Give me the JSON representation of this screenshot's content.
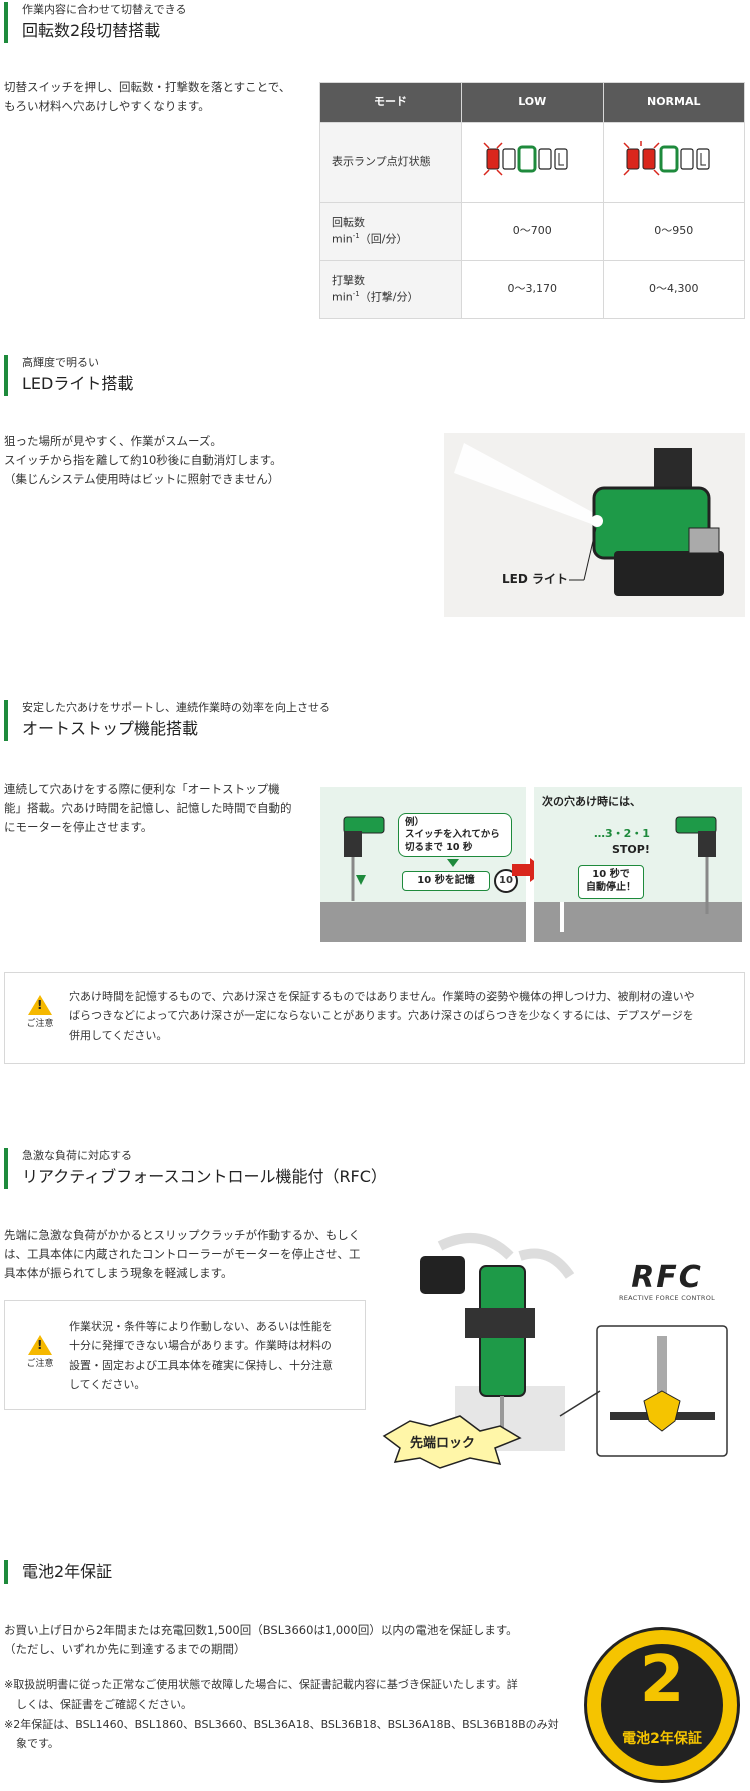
{
  "section1": {
    "sub": "作業内容に合わせて切替えできる",
    "title": "回転数2段切替搭載",
    "lines": [
      "切替スイッチを押し、回転数・打撃数を落とすことで、",
      "もろい材料へ穴あけしやすくなります。"
    ],
    "table": {
      "headers": [
        "モード",
        "LOW",
        "NORMAL"
      ],
      "rows": [
        {
          "label": "表示ランプ点灯状態",
          "low": "",
          "normal": ""
        },
        {
          "label": "回転数",
          "unit_base": "min",
          "unit_sup": "-1",
          "unit_rest": "（回/分）",
          "low": "0～700",
          "normal": "0～950"
        },
        {
          "label": "打撃数",
          "unit_base": "min",
          "unit_sup": "-1",
          "unit_rest": "（打撃/分）",
          "low": "0～3,170",
          "normal": "0～4,300"
        }
      ]
    }
  },
  "section2": {
    "sub": "高輝度で明るい",
    "title": "LEDライト搭載",
    "lines": [
      "狙った場所が見やすく、作業がスムーズ。",
      "スイッチから指を離して約10秒後に自動消灯します。",
      "（集じんシステム使用時はビットに照射できません）"
    ],
    "image_label": "LED ライト"
  },
  "section3": {
    "sub": "安定した穴あけをサポートし、連続作業時の効率を向上させる",
    "title": "オートストップ機能搭載",
    "lines": [
      "連続して穴あけをする際に便利な「オートストップ機",
      "能」搭載。穴あけ時間を記憶し、記憶した時間で自動的",
      "にモーターを停止させます。"
    ],
    "fig_left": {
      "bubble1": "例）",
      "bubble2": "スイッチを入れてから",
      "bubble3": "切るまで 10 秒",
      "memory": "10 秒を記憶",
      "timer": "10"
    },
    "fig_right": {
      "head": "次の穴あけ時には、",
      "count": "…3・2・1",
      "stop": "STOP!",
      "auto1": "10 秒で",
      "auto2": "自動停止！"
    },
    "caution_label": "ご注意",
    "caution_lines": [
      "穴あけ時間を記憶するもので、穴あけ深さを保証するものではありません。作業時の姿勢や機体の押しつけ力、被削材の違いや",
      "ばらつきなどによって穴あけ深さが一定にならないことがあります。穴あけ深さのばらつきを少なくするには、デプスゲージを",
      "併用してください。"
    ]
  },
  "section4": {
    "sub": "急激な負荷に対応する",
    "title": "リアクティブフォースコントロール機能付（RFC）",
    "lines": [
      "先端に急激な負荷がかかるとスリップクラッチが作動するか、もしく",
      "は、工具本体に内蔵されたコントローラーがモーターを停止させ、工",
      "具本体が振られてしまう現象を軽減します。"
    ],
    "caution_label": "ご注意",
    "caution_lines": [
      "作業状況・条件等により作動しない、あるいは性能を",
      "十分に発揮できない場合があります。作業時は材料の",
      "設置・固定および工具本体を確実に保持し、十分注意",
      "してください。"
    ],
    "logo": "RFC",
    "logo_sub": "REACTIVE FORCE CONTROL",
    "lock_label": "先端ロック"
  },
  "section5": {
    "title": "電池2年保証",
    "lines": [
      "お買い上げ日から2年間または充電回数1,500回（BSL3660は1,000回）以内の電池を保証します。",
      "（ただし、いずれか先に到達するまでの期間）"
    ],
    "notes": [
      "※取扱説明書に従った正常なご使用状態で故障した場合に、保証書記載内容に基づき保証いたします。詳",
      "しくは、保証書をご確認ください。",
      "※2年保証は、BSL1460、BSL1860、BSL3660、BSL36A18、BSL36B18、BSL36A18B、BSL36B18Bのみ対",
      "象です。"
    ],
    "badge_num": "2",
    "badge_text": "電池2年保証"
  },
  "colors": {
    "accent": "#1e8a3c",
    "header_bg": "#5a5a5a",
    "red": "#d9261c",
    "yellow": "#f5c400"
  }
}
